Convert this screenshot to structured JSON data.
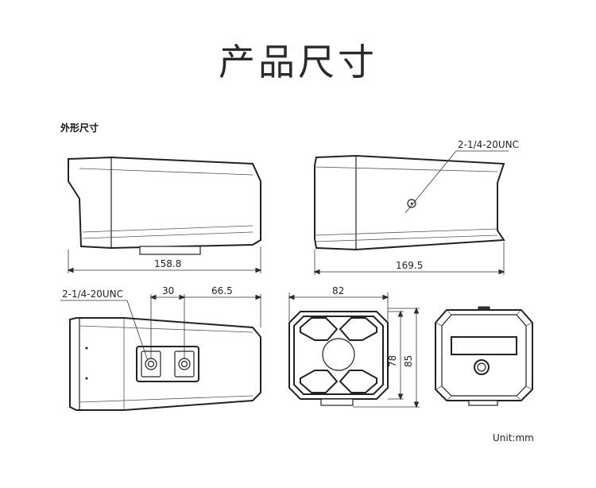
{
  "page": {
    "title": "产品尺寸",
    "subtitle": "外形尺寸",
    "unit_label": "Unit:mm"
  },
  "side_view_left": {
    "length_label": "158.8"
  },
  "side_view_right": {
    "length_label": "169.5",
    "thread_label": "2-1/4-20UNC"
  },
  "bottom_view": {
    "thread_label": "2-1/4-20UNC",
    "spacing_label": "30",
    "offset_label": "66.5"
  },
  "front_view": {
    "width_label": "82",
    "inner_height_label": "78",
    "outer_height_label": "85"
  }
}
